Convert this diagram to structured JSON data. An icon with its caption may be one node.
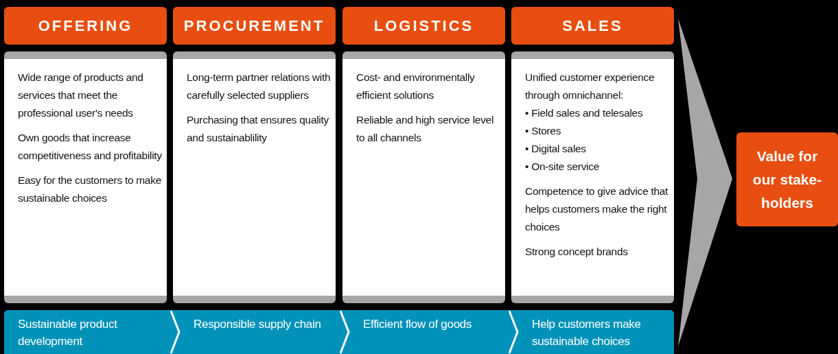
{
  "diagram": {
    "nodes": [
      {
        "text": [
          "OFFERING"
        ]
      },
      {
        "text": [
          "PROCUREMENT"
        ]
      },
      {
        "text": [
          "LOGISTICS"
        ]
      },
      {
        "text": [
          "SALES"
        ]
      },
      {
        "text": [
          "Wide range of products and services that meet the professional user's needs",
          "Own goods that increase competitiveness and profitability",
          "Easy for the customers to make sustainable choices"
        ]
      },
      {
        "text": [
          "Long-term partner relations with carefully selected suppliers",
          "Purchasing that ensures quality and sustainablility"
        ]
      },
      {
        "text": [
          "Cost- and environmentally efficient solutions",
          "Reliable and high service level to all channels"
        ]
      },
      {
        "text": [
          "Unified customer experience through omnichannel:",
          "• Field sales and telesales",
          "• Stores",
          "• Digital sales",
          "• On-site service",
          "Competence to give advice that helps customers make the right choices",
          "Strong concept brands"
        ]
      },
      {
        "text": [
          "Sustainable product development"
        ]
      },
      {
        "text": [
          "Responsible supply chain"
        ]
      },
      {
        "text": [
          "Efficient flow of goods"
        ]
      },
      {
        "text": [
          "Help customers make sustainable choices"
        ]
      },
      {
        "text": [
          "Value for our stake-holders"
        ]
      }
    ],
    "edges": [
      {
        "from": 8,
        "to": 9,
        "arrow": "to"
      },
      {
        "from": 9,
        "to": 10,
        "arrow": "to"
      },
      {
        "from": 10,
        "to": 11,
        "arrow": "to"
      },
      {
        "from": null,
        "to": 12,
        "arrow": "to"
      }
    ]
  }
}
